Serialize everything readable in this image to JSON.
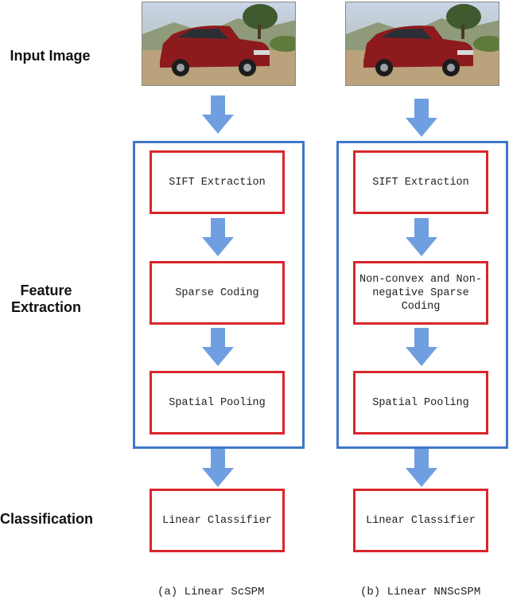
{
  "row_labels": {
    "input": "Input Image",
    "feature_line1": "Feature",
    "feature_line2": "Extraction",
    "classification": "Classification"
  },
  "left_pipeline": {
    "steps": [
      "SIFT Extraction",
      "Sparse Coding",
      "Spatial Pooling"
    ],
    "classifier": "Linear Classifier",
    "caption": "(a) Linear ScSPM"
  },
  "right_pipeline": {
    "steps": [
      "SIFT Extraction",
      "Non-convex and Non-negative Sparse Coding",
      "Spatial Pooling"
    ],
    "classifier": "Linear Classifier",
    "caption": "(b) Linear NNScSPM"
  },
  "colors": {
    "group_border": "#3f77c9",
    "step_border": "#d9262b",
    "arrow_fill": "#6f9fe0"
  },
  "icons": {
    "input_image": "car-photo-icon",
    "flow_arrow": "down-arrow-icon"
  }
}
